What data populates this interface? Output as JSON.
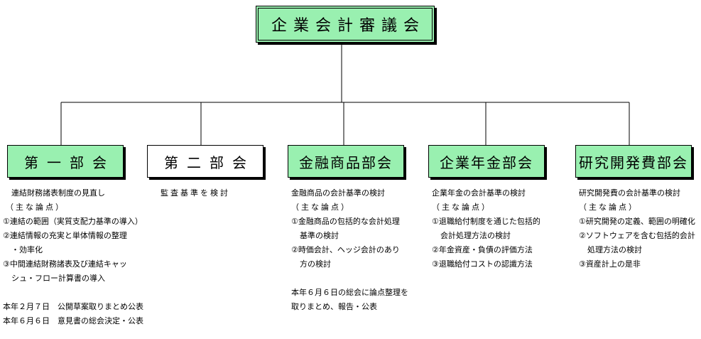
{
  "council": {
    "title": "企業会計審議会"
  },
  "departments": [
    {
      "name": "第一部会",
      "style": "green"
    },
    {
      "name": "第二部会",
      "style": "white"
    },
    {
      "name": "金融商品部会",
      "style": "green"
    },
    {
      "name": "企業年金部会",
      "style": "green"
    },
    {
      "name": "研究開発費部会",
      "style": "green"
    }
  ],
  "dept1": {
    "summary": "連結財務諸表制度の見直し",
    "points_heading": "（主な論点）",
    "points": [
      "①連結の範囲（実質支配力基準の導入）",
      "②連結情報の充実と単体情報の整理",
      "・効率化",
      "③中間連結財務諸表及び連結キャッ",
      "シュ・フロー計算書の導入"
    ],
    "schedule": [
      "本年２月７日　公開草案取りまとめ公表",
      "本年６月６日　意見書の総会決定・公表"
    ]
  },
  "dept2": {
    "summary": "監査基準を検討"
  },
  "dept3": {
    "summary": "金融商品の会計基準の検討",
    "points_heading": "（主な論点）",
    "points": [
      "①金融商品の包括的な会計処理",
      "基準の検討",
      "②時価会計、ヘッジ会計のあり",
      "方の検討"
    ],
    "schedule": [
      "本年６月６日の総会に論点整理を",
      "取りまとめ、報告・公表"
    ]
  },
  "dept4": {
    "summary": "企業年金の会計基準の検討",
    "points_heading": "（主な論点）",
    "points": [
      "①退職給付制度を通じた包括的",
      "会計処理方法の検討",
      "②年金資産・負債の評価方法",
      "③退職給付コストの認識方法"
    ]
  },
  "dept5": {
    "summary": "研究開発費の会計基準の検討",
    "points_heading": "（主な論点）",
    "points": [
      "①研究開発の定義、範囲の明確化",
      "②ソフトウェアを含む包括的会計",
      "処理方法の検討",
      "③資産計上の是非"
    ]
  },
  "colors": {
    "box_fill": "#99f0b0",
    "box_plain": "#ffffff",
    "line": "#000000"
  }
}
